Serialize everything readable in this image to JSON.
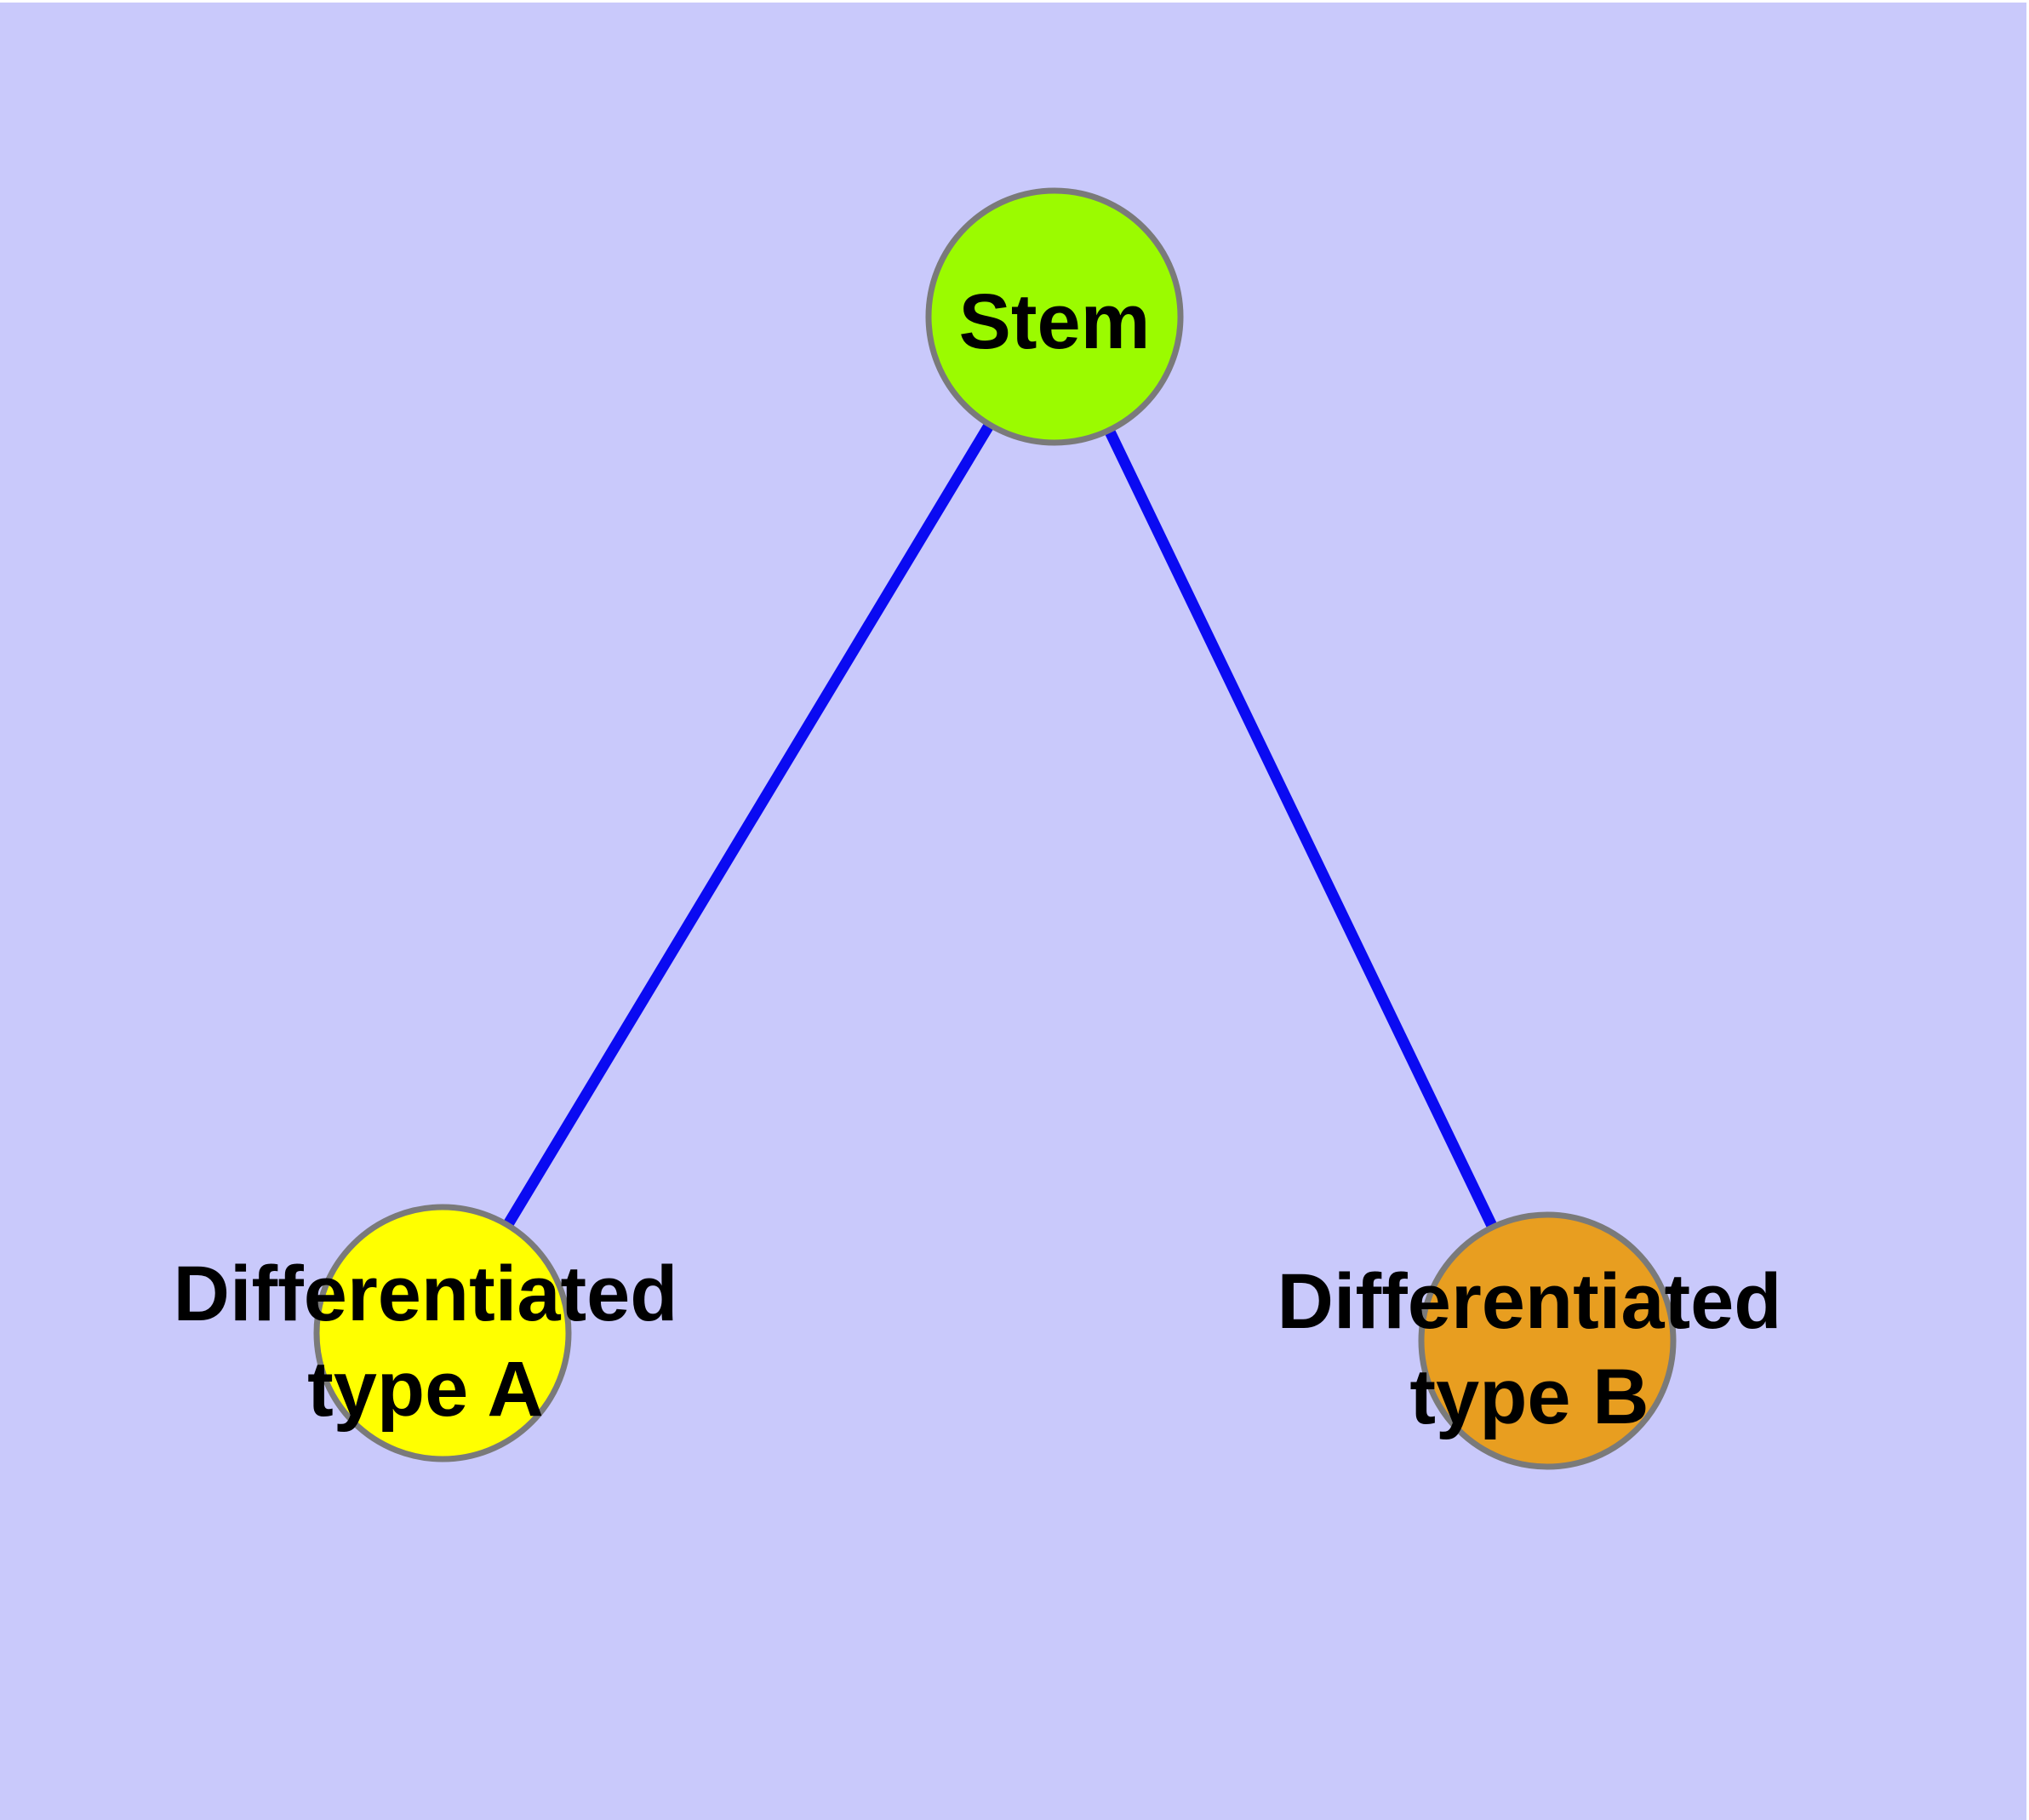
{
  "diagram": {
    "background_color": "#c9c9fb",
    "frame_color": "#ffffff",
    "edge_color": "#0a0af2",
    "node_border_color": "#7a7a7a",
    "label_color": "#000000",
    "nodes": {
      "stem": {
        "label": "Stem",
        "color": "#9bfb00"
      },
      "type_a": {
        "label_line1": "Differentiated",
        "label_line2": "type A",
        "color": "#ffff00"
      },
      "type_b": {
        "label_line1": "Differentiated",
        "label_line2": "type B",
        "color": "#e89e20"
      }
    },
    "edges": [
      {
        "from": "Stem",
        "to": "Differentiated type A"
      },
      {
        "from": "Stem",
        "to": "Differentiated type B"
      }
    ]
  }
}
